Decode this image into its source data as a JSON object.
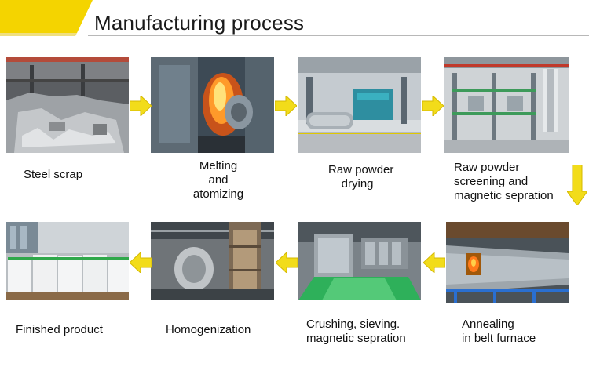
{
  "title": "Manufacturing process",
  "colors": {
    "banner": "#f4d400",
    "arrow": "#f2dc1a"
  },
  "steps": [
    {
      "label": "Steel scrap"
    },
    {
      "label": "Melting\nand\natomizing"
    },
    {
      "label": "Raw powder\n    drying"
    },
    {
      "label": "Raw powder\nscreening and\nmagnetic sepration"
    },
    {
      "label": "Annealing\nin belt furnace"
    },
    {
      "label": "Crushing, sieving.\nmagnetic sepration"
    },
    {
      "label": "Homogenization"
    },
    {
      "label": "Finished product"
    }
  ]
}
